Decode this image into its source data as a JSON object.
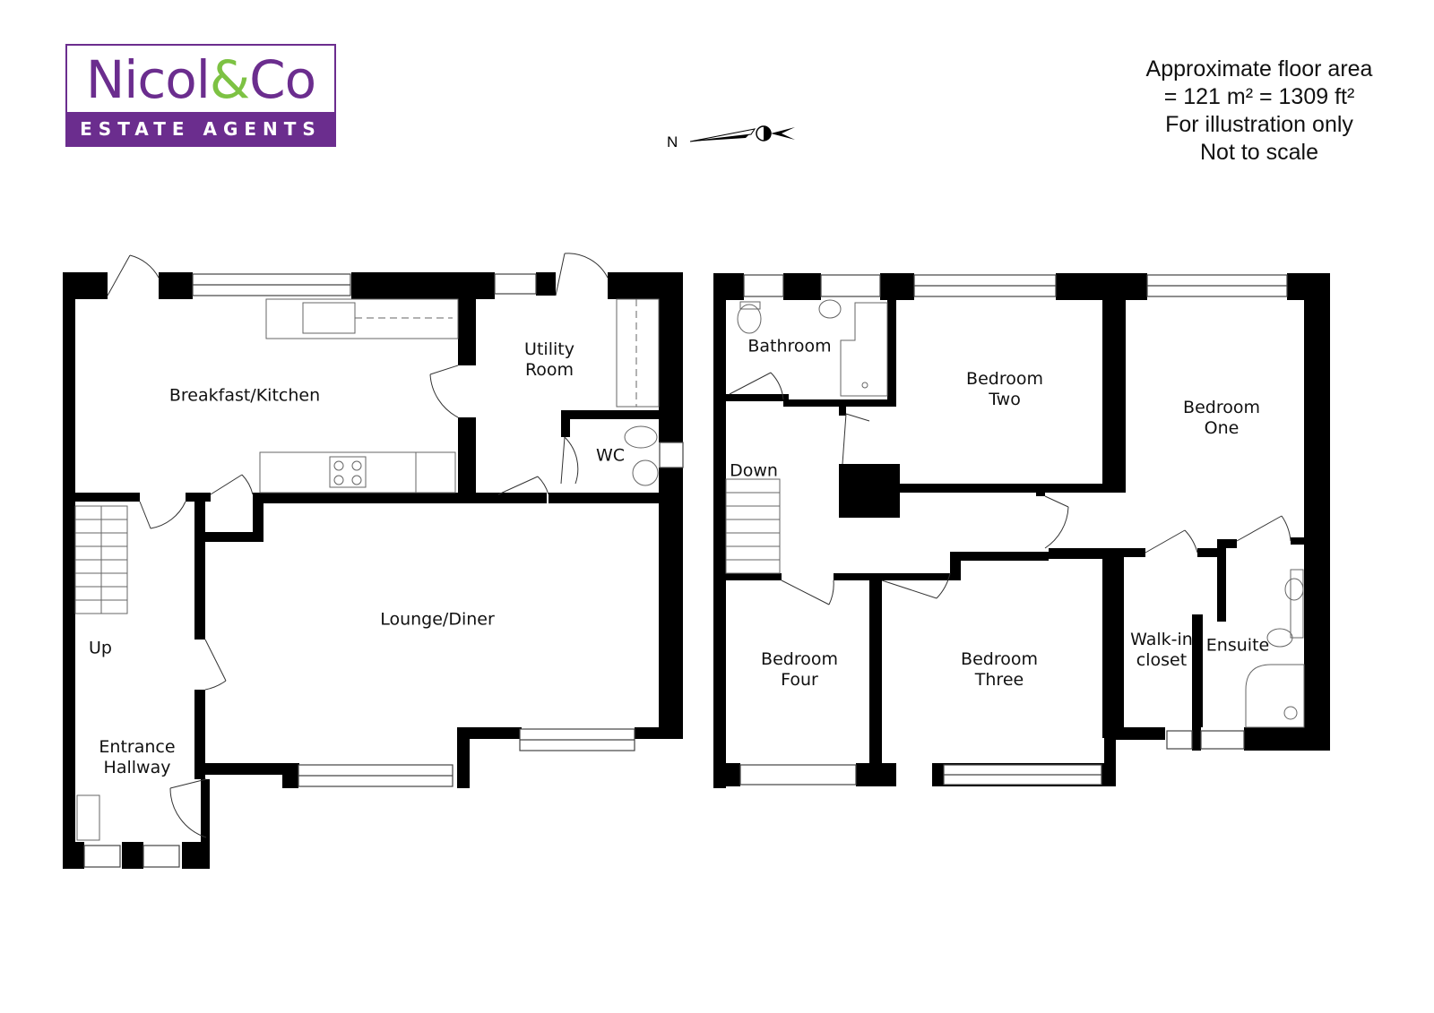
{
  "logo": {
    "brand_left": "Nicol",
    "brand_amp": "&",
    "brand_right": "Co",
    "tagline": "ESTATE AGENTS"
  },
  "info": {
    "line1": "Approximate floor area",
    "line2": "= 121 m²   = 1309 ft²",
    "line3": "For illustration only",
    "line4": "Not to scale"
  },
  "compass": {
    "label": "N"
  },
  "ground": {
    "kitchen": "Breakfast/Kitchen",
    "utility_1": "Utility",
    "utility_2": "Room",
    "wc": "WC",
    "lounge": "Lounge/Diner",
    "up": "Up",
    "hall_1": "Entrance",
    "hall_2": "Hallway"
  },
  "first": {
    "bathroom": "Bathroom",
    "bed2_1": "Bedroom",
    "bed2_2": "Two",
    "bed1_1": "Bedroom",
    "bed1_2": "One",
    "down": "Down",
    "bed4_1": "Bedroom",
    "bed4_2": "Four",
    "bed3_1": "Bedroom",
    "bed3_2": "Three",
    "closet_1": "Walk-in",
    "closet_2": "closet",
    "ensuite": "Ensuite"
  },
  "colors": {
    "brand_purple": "#6b2d8e",
    "brand_green": "#7dc243",
    "wall": "#000000"
  }
}
